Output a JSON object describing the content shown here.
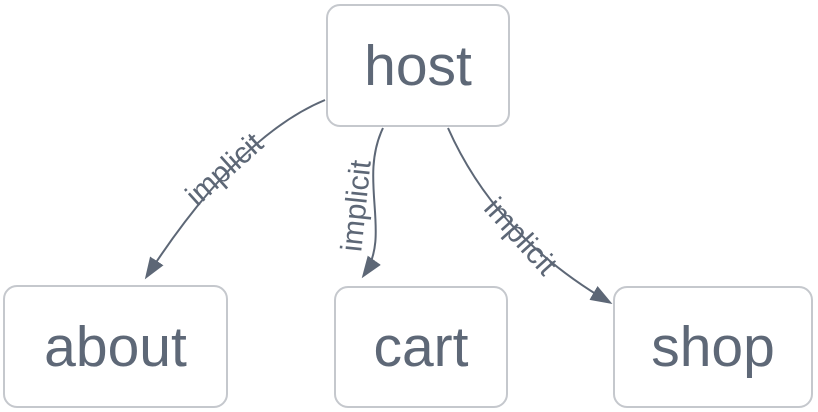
{
  "diagram": {
    "kind": "dependency-graph",
    "colors": {
      "node_fill": "#ffffff",
      "node_border": "#c5c8cd",
      "text": "#5e6877",
      "edge": "#5d6776",
      "background": "#ffffff"
    },
    "nodes": [
      {
        "id": "host",
        "label": "host"
      },
      {
        "id": "about",
        "label": "about"
      },
      {
        "id": "cart",
        "label": "cart"
      },
      {
        "id": "shop",
        "label": "shop"
      }
    ],
    "edges": [
      {
        "from": "host",
        "to": "about",
        "label": "implicit"
      },
      {
        "from": "host",
        "to": "cart",
        "label": "implicit"
      },
      {
        "from": "host",
        "to": "shop",
        "label": "implicit"
      }
    ]
  }
}
